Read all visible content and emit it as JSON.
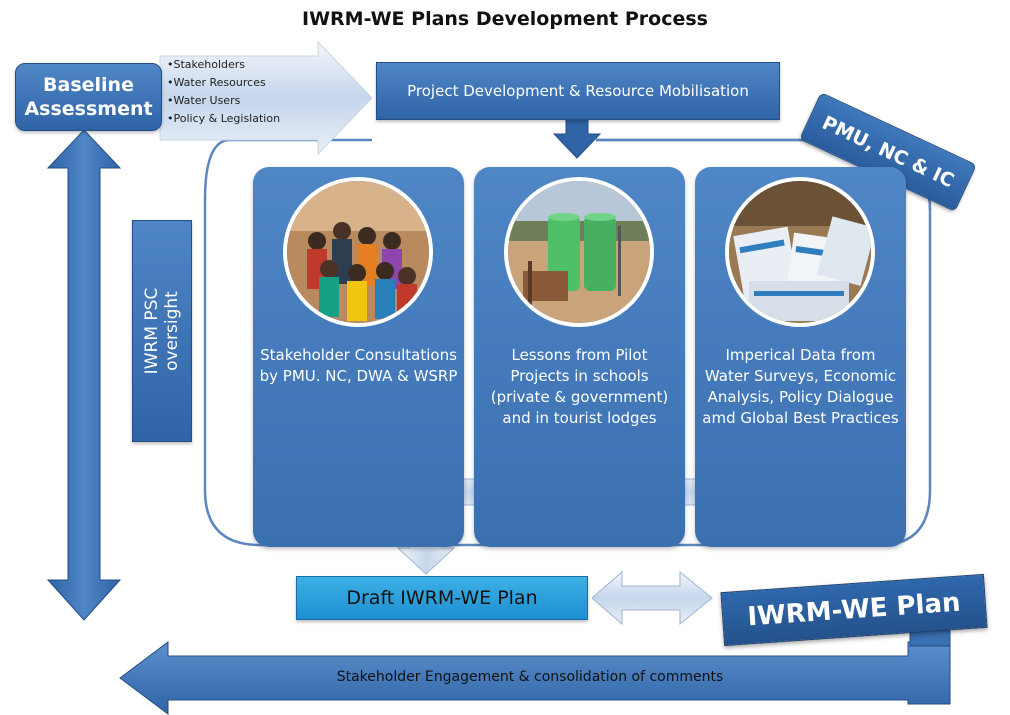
{
  "title": "IWRM-WE Plans Development Process",
  "baseline": {
    "line1": "Baseline",
    "line2": "Assessment"
  },
  "baseline_items": [
    "Stakeholders",
    "Water Resources",
    "Water Users",
    "Policy & Legislation"
  ],
  "banner": "Project Development  & Resource Mobilisation",
  "implementers": "PMU, NC & IC",
  "oversight": {
    "line1": "IWRM PSC",
    "line2": "oversight"
  },
  "columns": [
    {
      "photo": "stakeholder-meeting-photo",
      "text": "Stakeholder Consultations by PMU. NC, DWA & WSRP"
    },
    {
      "photo": "water-tanks-photo",
      "text": "Lessons from Pilot Projects in schools (private & government) and in tourist lodges"
    },
    {
      "photo": "survey-documents-photo",
      "text": "Imperical Data from Water Surveys, Economic Analysis, Policy Dialogue amd Global Best Practices"
    }
  ],
  "draft_plan": "Draft IWRM-WE Plan",
  "final_plan": "IWRM-WE Plan",
  "engagement": "Stakeholder  Engagement  & consolidation  of comments",
  "colors": {
    "primary_blue": "#3a6fb0",
    "light_blue": "#2ea0dc",
    "arrow_fill": "#dbe6f4",
    "outline": "#5b87c0"
  }
}
